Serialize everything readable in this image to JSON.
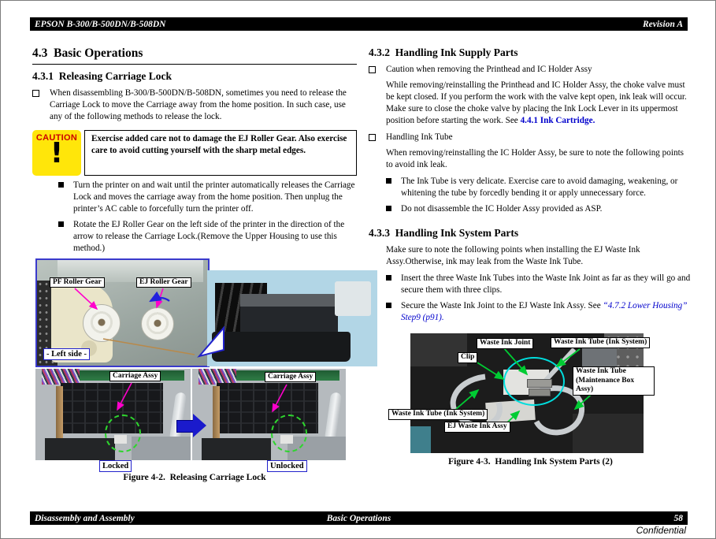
{
  "header": {
    "left": "EPSON B-300/B-500DN/B-508DN",
    "right": "Revision A"
  },
  "left": {
    "s43_title": "4.3  Basic Operations",
    "s431_title": "4.3.1  Releasing Carriage Lock",
    "intro": "When disassembling B-300/B-500DN/B-508DN, sometimes you need to release the Carriage Lock to move the Carriage away from the home position. In such case, use any of the following methods to release the lock.",
    "caution": {
      "label": "CAUTION",
      "bang": "!",
      "text": "Exercise added care not to damage the EJ Roller Gear. Also exercise care to avoid cutting yourself with the sharp metal edges."
    },
    "bullets": [
      "Turn the printer on and wait until the printer automatically releases the Carriage Lock and moves the carriage away from the home position. Then unplug the printer’s AC cable to forcefully turn the printer off.",
      "Rotate the EJ Roller Gear on the left side of the printer in the direction of the arrow to release the Carriage Lock.(Remove the Upper Housing to use this method.)"
    ],
    "fig2": {
      "pf_label": "PF Roller Gear",
      "ej_label": "EJ Roller Gear",
      "left_side": "- Left side -",
      "carriage_label_left": "Carriage Assy",
      "carriage_label_right": "Carriage Assy",
      "locked": "Locked",
      "unlocked": "Unlocked",
      "caption": "Figure 4-2.  Releasing Carriage Lock"
    }
  },
  "right": {
    "s432": {
      "title": "4.3.2  Handling Ink Supply Parts",
      "item1": "Caution when removing the Printhead and IC Holder Assy",
      "para1_pre": "While removing/reinstalling the Printhead and IC Holder Assy, the choke valve must be kept closed. If you perform the work with the valve kept open, ink leak will occur. Make sure to close the choke valve by placing the Ink Lock Lever in its uppermost position before starting the work. See ",
      "para1_link": "4.4.1 Ink Cartridge.",
      "item2": "Handling Ink Tube",
      "para2": "When removing/reinstalling the IC Holder Assy, be sure to note the following points to avoid ink leak.",
      "bullets": [
        "The Ink Tube is very delicate. Exercise care to avoid damaging, weakening, or whitening the tube by forcedly bending it or apply unnecessary force.",
        "Do not disassemble the IC Holder Assy provided as ASP."
      ]
    },
    "s433": {
      "title": "4.3.3  Handling Ink System Parts",
      "para": "Make sure to note the following points when installing the EJ Waste Ink Assy.Otherwise, ink may leak from the Waste Ink Tube.",
      "bullet1": "Insert the three Waste Ink Tubes into the Waste Ink Joint as far as they will go and secure them with three clips.",
      "bullet2_pre": "Secure the Waste Ink Joint to the EJ Waste Ink Assy. See ",
      "bullet2_link": "“4.7.2 Lower Housing” Step9 (p91)."
    },
    "fig3": {
      "joint": "Waste Ink Joint",
      "tube_top": "Waste Ink Tube (Ink System)",
      "clip": "Clip",
      "tube_maint": "Waste Ink Tube (Maintenance Box Assy)",
      "tube_bottom": "Waste Ink Tube (Ink System)",
      "ej_assy": "EJ Waste Ink Assy",
      "caption": "Figure 4-3.  Handling Ink System Parts (2)"
    }
  },
  "footer": {
    "left": "Disassembly and Assembly",
    "center": "Basic Operations",
    "page_number": "58",
    "confidential": "Confidential"
  },
  "colors": {
    "link_blue": "#0000CC",
    "caution_yellow": "#FFE60A",
    "caution_red": "#CC0000",
    "magenta_arrow": "#FF00CC",
    "green_arrow": "#00CC33",
    "cyan_ellipse": "#00DDDD",
    "figure_box_blue": "#2222CC"
  }
}
